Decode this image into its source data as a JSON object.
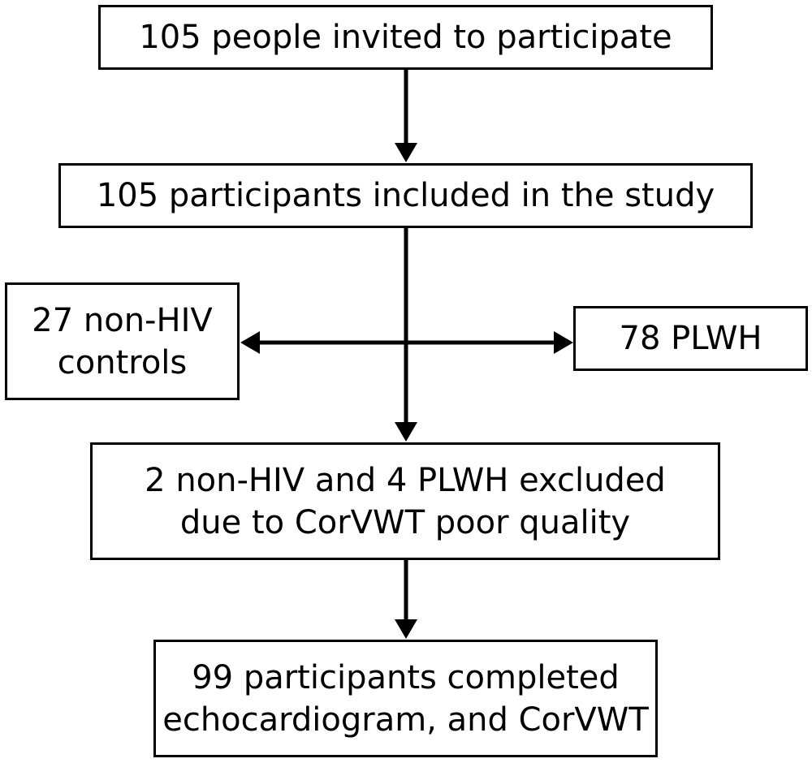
{
  "flowchart": {
    "invited": {
      "text": "105 people invited to participate"
    },
    "included": {
      "text": "105 participants included in the study"
    },
    "controls": {
      "lines": [
        "27 non-HIV",
        "controls"
      ]
    },
    "plwh": {
      "text": "78 PLWH"
    },
    "excluded": {
      "lines": [
        "2 non-HIV and 4 PLWH excluded",
        "due to CorVWT poor quality"
      ]
    },
    "completed": {
      "lines": [
        "99 participants completed",
        "echocardiogram, and CorVWT"
      ]
    }
  },
  "colors": {
    "stroke": "#000000",
    "background": "#ffffff"
  }
}
